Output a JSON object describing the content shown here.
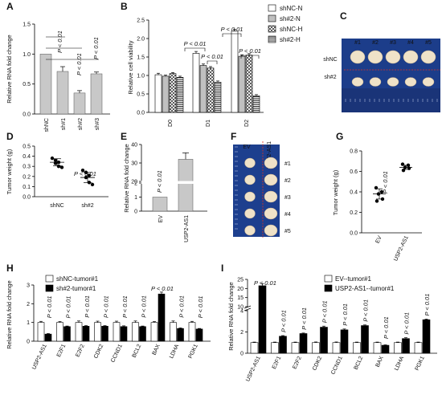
{
  "panels": [
    {
      "letter": "A",
      "chart_data": {
        "type": "bar",
        "ylabel": "Relative  RNA fold change",
        "ylim": [
          0,
          1.5
        ],
        "yticks": [
          "0.0",
          "0.5",
          "1.0",
          "1.5"
        ],
        "categories": [
          "shNC",
          "sh#1",
          "sh#2",
          "sh#3"
        ],
        "series": [
          {
            "values": [
              1.0,
              0.71,
              0.35,
              0.67
            ],
            "errors": [
              0,
              0.08,
              0.04,
              0.03
            ]
          }
        ],
        "annotations": [
          "P < 0.01",
          "P < 0.01",
          "P < 0.01"
        ]
      }
    },
    {
      "letter": "B",
      "chart_data": {
        "type": "bar",
        "ylabel": "Relative cell viability",
        "ylim": [
          0,
          2.5
        ],
        "yticks": [
          "0.0",
          "0.5",
          "1.0",
          "1.5",
          "2.0",
          "2.5"
        ],
        "categories": [
          "D0",
          "D1",
          "D2"
        ],
        "legend": [
          "shNC-N",
          "sh#2-N",
          "shNC-H",
          "sh#2-H"
        ],
        "series": [
          {
            "name": "shNC-N",
            "values": [
              1.02,
              1.6,
              2.2
            ],
            "errors": [
              0.04,
              0.05,
              0.05
            ]
          },
          {
            "name": "sh#2-N",
            "values": [
              0.98,
              1.27,
              1.52
            ],
            "errors": [
              0.03,
              0.04,
              0.04
            ]
          },
          {
            "name": "shNC-H",
            "values": [
              1.05,
              1.2,
              1.55
            ],
            "errors": [
              0.03,
              0.04,
              0.04
            ]
          },
          {
            "name": "sh#2-H",
            "values": [
              0.95,
              0.82,
              0.45
            ],
            "errors": [
              0.03,
              0.03,
              0.03
            ]
          }
        ],
        "annotations": [
          "P < 0.01",
          "P < 0.01",
          "P < 0.01",
          "P < 0.01"
        ]
      }
    },
    {
      "letter": "C",
      "photo": {
        "columns": [
          "#1",
          "#2",
          "#3",
          "#4",
          "#5"
        ],
        "rows": [
          "shNC",
          "sh#2"
        ]
      }
    },
    {
      "letter": "D",
      "chart_data": {
        "type": "scatter",
        "ylabel": "Tumor weight (g)",
        "ylim": [
          0,
          0.5
        ],
        "yticks": [
          "0.0",
          "0.1",
          "0.2",
          "0.3",
          "0.4",
          "0.5"
        ],
        "categories": [
          "shNC",
          "sh#2"
        ],
        "groups": [
          {
            "values": [
              0.38,
              0.36,
              0.34,
              0.33,
              0.3,
              0.29
            ],
            "mean": 0.34,
            "sd": 0.035
          },
          {
            "values": [
              0.26,
              0.24,
              0.21,
              0.19,
              0.14,
              0.12
            ],
            "mean": 0.19,
            "sd": 0.05
          }
        ],
        "annotations": [
          "P < 0.01"
        ]
      }
    },
    {
      "letter": "E",
      "chart_data": {
        "type": "bar",
        "ylabel": "Relative RNA fold change",
        "axis_break": [
          2,
          20
        ],
        "yticks": [
          "0",
          "1",
          "2",
          "20",
          "30",
          "40"
        ],
        "categories": [
          "EV",
          "USP2-AS1"
        ],
        "series": [
          {
            "values": [
              1.0,
              32
            ],
            "errors": [
              0,
              3.5
            ]
          }
        ],
        "annotations": [
          "P < 0.01"
        ]
      }
    },
    {
      "letter": "F",
      "photo": {
        "columns": [
          "EV",
          "USP2-AS1"
        ],
        "rows": [
          "#1",
          "#2",
          "#3",
          "#4",
          "#5"
        ]
      }
    },
    {
      "letter": "G",
      "chart_data": {
        "type": "scatter",
        "ylabel": "Tumor weight (g)",
        "ylim": [
          0,
          0.8
        ],
        "yticks": [
          "0.0",
          "0.2",
          "0.4",
          "0.6",
          "0.8"
        ],
        "categories": [
          "EV",
          "USP2-AS1"
        ],
        "groups": [
          {
            "values": [
              0.44,
              0.4,
              0.38,
              0.33,
              0.31
            ],
            "mean": 0.38,
            "sd": 0.05
          },
          {
            "values": [
              0.67,
              0.66,
              0.64,
              0.63,
              0.61
            ],
            "mean": 0.64,
            "sd": 0.02
          }
        ],
        "annotations": [
          "P < 0.01"
        ]
      }
    },
    {
      "letter": "H",
      "chart_data": {
        "type": "bar",
        "ylabel": "Relative RNA fold change",
        "ylim": [
          0,
          3
        ],
        "yticks": [
          "0",
          "1",
          "2",
          "3"
        ],
        "categories": [
          "USP2-AS1",
          "E2F1",
          "E2F2",
          "CDK2",
          "CCND1",
          "BCL2",
          "BAX",
          "LDHA",
          "PGK1"
        ],
        "legend": [
          "shNC-tumor#1",
          "sh#2-tumor#1"
        ],
        "series": [
          {
            "name": "shNC-tumor#1",
            "values": [
              1.0,
              1.0,
              1.0,
              1.0,
              1.0,
              1.0,
              1.0,
              1.0,
              1.0
            ],
            "errors": [
              0.06,
              0.05,
              0.08,
              0.07,
              0.07,
              0.08,
              0.05,
              0.08,
              0.06
            ]
          },
          {
            "name": "sh#2-tumor#1",
            "values": [
              0.38,
              0.78,
              0.8,
              0.8,
              0.78,
              0.78,
              2.52,
              0.68,
              0.65
            ],
            "errors": [
              0.03,
              0.03,
              0.03,
              0.03,
              0.04,
              0.03,
              0.1,
              0.03,
              0.03
            ]
          }
        ],
        "annotations": [
          "P < 0.01",
          "P < 0.01",
          "P < 0.01",
          "P < 0.01",
          "P < 0.01",
          "P < 0.01",
          "P < 0.01",
          "P < 0.01",
          "P < 0.01"
        ]
      }
    },
    {
      "letter": "I",
      "chart_data": {
        "type": "bar",
        "ylabel": "Relative RNA fold change",
        "axis_break": [
          4,
          10
        ],
        "yticks": [
          "0",
          "2",
          "4",
          "10",
          "15",
          "20",
          "25"
        ],
        "categories": [
          "USP2-AS1",
          "E2F1",
          "E2F2",
          "CDK2",
          "CCND1",
          "BCL2",
          "BAX",
          "LDHA",
          "PGK1"
        ],
        "legend": [
          "EV--tumor#1",
          "USP2-AS1--tumor#1"
        ],
        "series": [
          {
            "name": "EV--tumor#1",
            "values": [
              1.0,
              1.0,
              1.0,
              1.0,
              1.0,
              1.0,
              1.0,
              1.0,
              1.0
            ],
            "errors": [
              0.05,
              0.05,
              0.05,
              0.06,
              0.06,
              0.05,
              0.05,
              0.05,
              0.05
            ]
          },
          {
            "name": "USP2-AS1--tumor#1",
            "values": [
              21.5,
              1.6,
              1.85,
              2.45,
              2.2,
              2.6,
              0.75,
              1.38,
              3.15
            ],
            "errors": [
              1.2,
              0.06,
              0.05,
              0.1,
              0.08,
              0.06,
              0.04,
              0.08,
              0.06
            ]
          }
        ],
        "annotations": [
          "P < 0.01",
          "P < 0.01",
          "P < 0.01",
          "P < 0.01",
          "P < 0.01",
          "P < 0.01",
          "P < 0.01",
          "P < 0.01",
          "P < 0.01"
        ]
      }
    }
  ]
}
